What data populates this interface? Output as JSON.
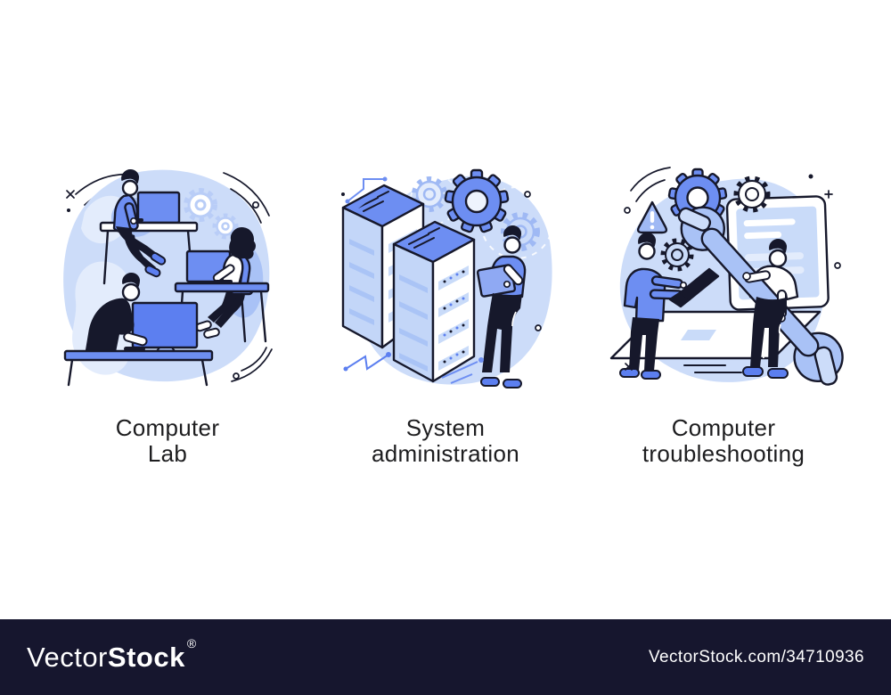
{
  "page": {
    "background_color": "#ffffff"
  },
  "concepts": [
    {
      "id": "computer-lab",
      "title_lines": [
        "Computer",
        "Lab"
      ],
      "scene_elements": [
        "desk",
        "monitor",
        "keyboard",
        "seated-people",
        "gear-icon",
        "arc-decorations",
        "blob-background"
      ]
    },
    {
      "id": "system-administration",
      "title_lines": [
        "System",
        "administration"
      ],
      "scene_elements": [
        "server-rack",
        "server-rack",
        "gear-icon",
        "admin-with-tablet",
        "circuit-lines",
        "blob-background"
      ]
    },
    {
      "id": "computer-troubleshooting",
      "title_lines": [
        "Computer",
        "troubleshooting"
      ],
      "scene_elements": [
        "laptop",
        "wrench-icon",
        "warning-icon",
        "gear-icon",
        "technician-with-laptop",
        "technician-with-wrench",
        "blob-background"
      ]
    }
  ],
  "watermark": {
    "brand_regular": "Vector",
    "brand_bold": "Stock",
    "registered_symbol": "®",
    "reference": "VectorStock.com/34710936"
  },
  "palette": {
    "ink": "#16182b",
    "blue": "#6d8ef2",
    "blue_deep": "#5c7ff0",
    "periwinkle": "#a9c2f6",
    "blob_light": "#ccdcf9",
    "blob_lighter": "#e3ecfc",
    "gear_soft_outline": "#b9cdf7",
    "watermark_bar": "#16162e",
    "title_text": "#1d1d1f"
  }
}
